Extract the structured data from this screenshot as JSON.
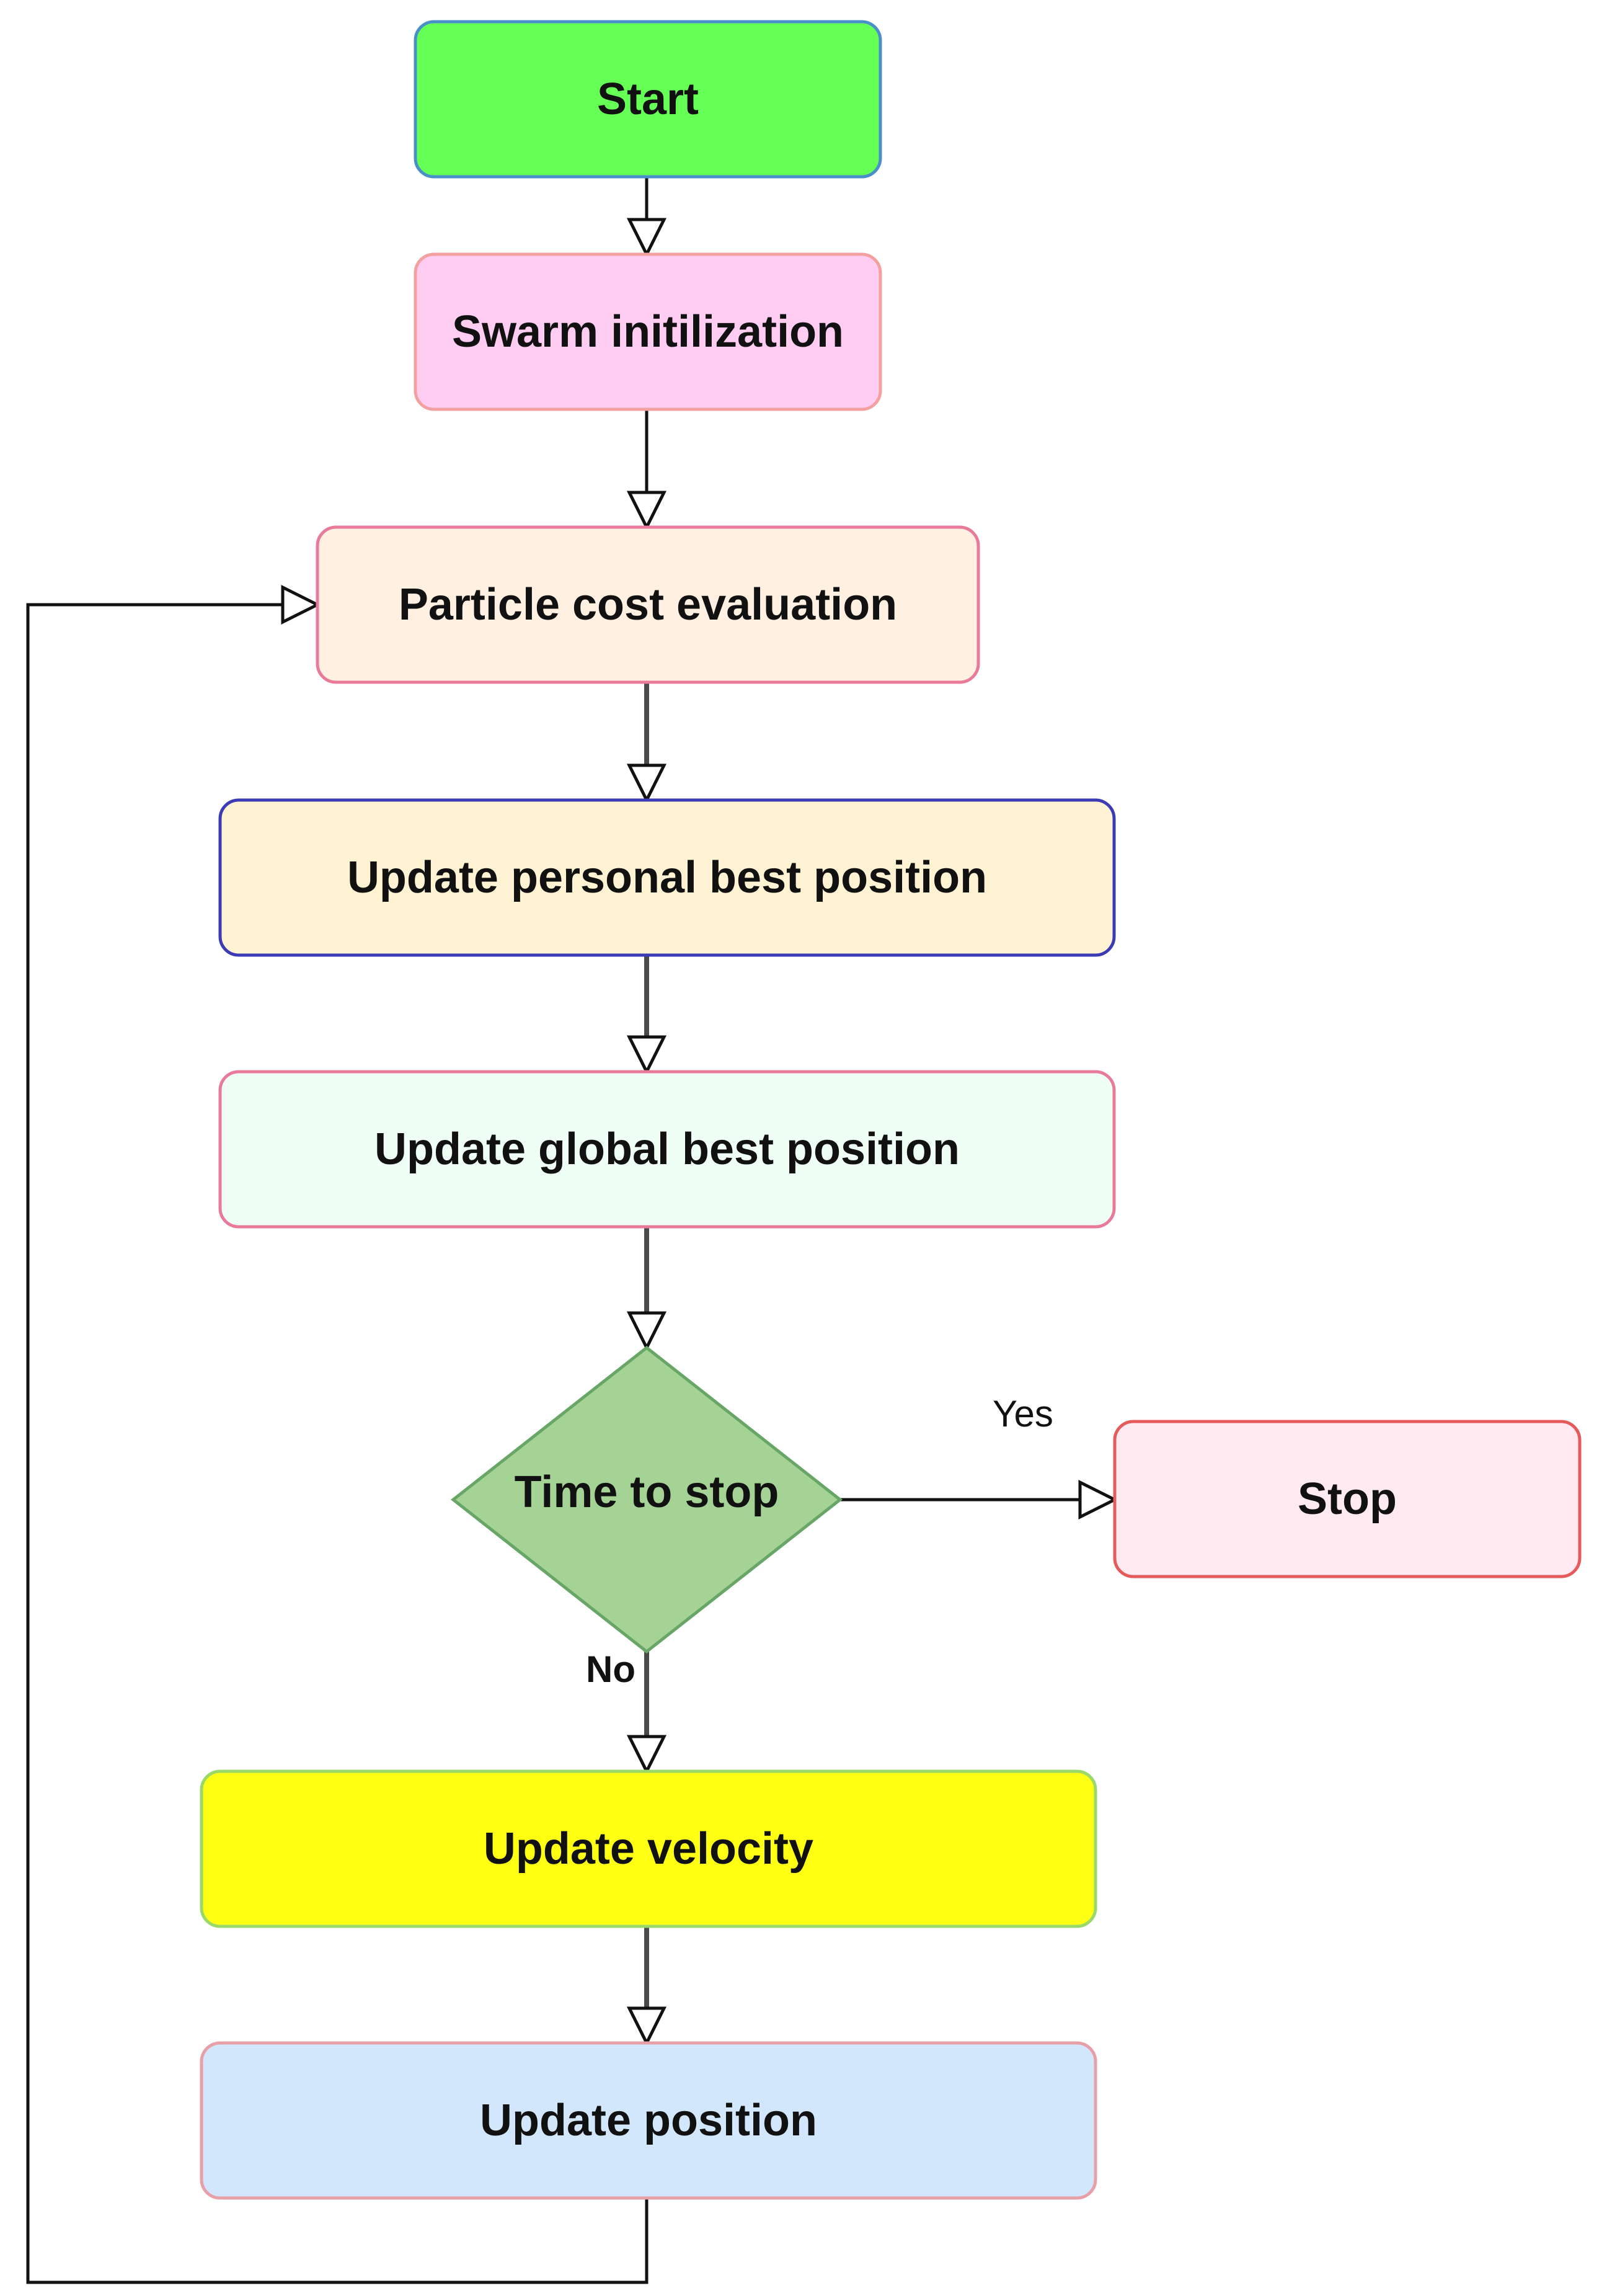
{
  "diagram": {
    "type": "flowchart",
    "nodes": [
      {
        "id": "start",
        "label": "Start",
        "shape": "rounded-rect",
        "fill": "#66ff55",
        "stroke": "#4a90c8"
      },
      {
        "id": "init",
        "label": "Swarm initilization",
        "shape": "rounded-rect",
        "fill": "#ffcdf1",
        "stroke": "#f3a0a0"
      },
      {
        "id": "eval",
        "label": "Particle cost evaluation",
        "shape": "rounded-rect",
        "fill": "#fff0e2",
        "stroke": "#e87a9a"
      },
      {
        "id": "pbest",
        "label": "Update personal best position",
        "shape": "rounded-rect",
        "fill": "#fff3d4",
        "stroke": "#3b3bb5"
      },
      {
        "id": "gbest",
        "label": "Update global best position",
        "shape": "rounded-rect",
        "fill": "#effff6",
        "stroke": "#e87a9a"
      },
      {
        "id": "decide",
        "label": "Time to stop",
        "shape": "diamond",
        "fill": "#a5d395",
        "stroke": "#68a668"
      },
      {
        "id": "stop",
        "label": "Stop",
        "shape": "rounded-rect",
        "fill": "#ffeaf2",
        "stroke": "#e55a5a"
      },
      {
        "id": "velocity",
        "label": "Update velocity",
        "shape": "rounded-rect",
        "fill": "#ffff14",
        "stroke": "#9ad86a"
      },
      {
        "id": "position",
        "label": "Update position",
        "shape": "rounded-rect",
        "fill": "#d2e6fc",
        "stroke": "#e8a0a8"
      }
    ],
    "edges": [
      {
        "from": "start",
        "to": "init",
        "label": ""
      },
      {
        "from": "init",
        "to": "eval",
        "label": ""
      },
      {
        "from": "eval",
        "to": "pbest",
        "label": ""
      },
      {
        "from": "pbest",
        "to": "gbest",
        "label": ""
      },
      {
        "from": "gbest",
        "to": "decide",
        "label": ""
      },
      {
        "from": "decide",
        "to": "stop",
        "label": "Yes"
      },
      {
        "from": "decide",
        "to": "velocity",
        "label": "No"
      },
      {
        "from": "velocity",
        "to": "position",
        "label": ""
      },
      {
        "from": "position",
        "to": "eval",
        "label": ""
      }
    ]
  }
}
